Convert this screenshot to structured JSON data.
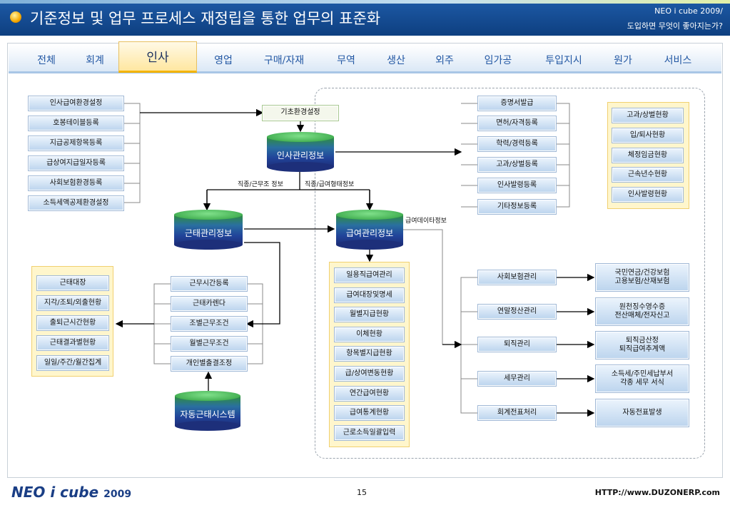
{
  "header": {
    "title": "기준정보 및 업무 프로세스 재정립을 통한 업무의 표준화",
    "subtitle_line1": "NEO i cube 2009/",
    "subtitle_line2": "도입하면 무엇이 좋아지는가?"
  },
  "tabs": [
    {
      "label": "전체"
    },
    {
      "label": "회계"
    },
    {
      "label": "인사",
      "active": true
    },
    {
      "label": "영업"
    },
    {
      "label": "구매/자재"
    },
    {
      "label": "무역"
    },
    {
      "label": "생산"
    },
    {
      "label": "외주"
    },
    {
      "label": "임가공"
    },
    {
      "label": "투입지시"
    },
    {
      "label": "원가"
    },
    {
      "label": "서비스"
    }
  ],
  "diagram": {
    "setup_items": [
      "인사급여환경설정",
      "호봉테이블등록",
      "지급공제항목등록",
      "급상여지급일자등록",
      "사회보험환경등록",
      "소득세액공제환경설정"
    ],
    "base_setup": "기초환경설정",
    "hr_db": "인사관리정보",
    "label_attendance_link": "직종/근무조 정보",
    "label_payroll_link": "직종/급여형태정보",
    "attendance_db": "근태관리정보",
    "payroll_db": "급여관리정보",
    "label_payroll_data": "급여데이타정보",
    "auto_system_db": "자동근태시스템",
    "hr_outputs": [
      "증명서발급",
      "면허/자격등록",
      "학력/경력등록",
      "고과/상벌등록",
      "인사발령등록",
      "기타정보등록"
    ],
    "hr_reports": [
      "고과/상벌현황",
      "입/퇴사현황",
      "체정임금현황",
      "근속년수현황",
      "인사발령현황"
    ],
    "attendance_reports": [
      "근태대장",
      "지각/조퇴/외출현황",
      "출퇴근시간현황",
      "근태결과별현황",
      "일일/주간/월간집계"
    ],
    "attendance_inputs": [
      "근무시간등록",
      "근태카렌다",
      "조별근무조건",
      "월별근무조건",
      "개인별출결조정"
    ],
    "payroll_reports": [
      "일용직급여관리",
      "급여대장및명세",
      "월별지급현황",
      "이체현황",
      "항목별지급현황",
      "급/상여변동현황",
      "연간급여현황",
      "급여통계현황",
      "근로소득일괄입력"
    ],
    "payroll_processes": [
      "사회보험관리",
      "연말정산관리",
      "퇴직관리",
      "세무관리",
      "회계전표처리"
    ],
    "payroll_results": [
      [
        "국민연금/건강보험",
        "고용보험/산재보험"
      ],
      [
        "원천징수영수증",
        "전산매체/전자신고"
      ],
      [
        "퇴직금산정",
        "퇴직급여추계액"
      ],
      [
        "소득세/주민세납부서",
        "각종 세무 서식"
      ],
      [
        "자동전표발생"
      ]
    ]
  },
  "footer": {
    "logo_main": "NEO i cube",
    "logo_year": "2009",
    "page_number": "15",
    "url": "HTTP://www.DUZONERP.com"
  },
  "colors": {
    "header_blue": "#0e3f80",
    "tab_text": "#2257a3",
    "active_tab_bg": "#ffe7a0",
    "box_blue": "#bdd5ee",
    "panel_yellow": "#fff6cc",
    "db_green": "#2e9e3e",
    "db_blue": "#21449a"
  }
}
